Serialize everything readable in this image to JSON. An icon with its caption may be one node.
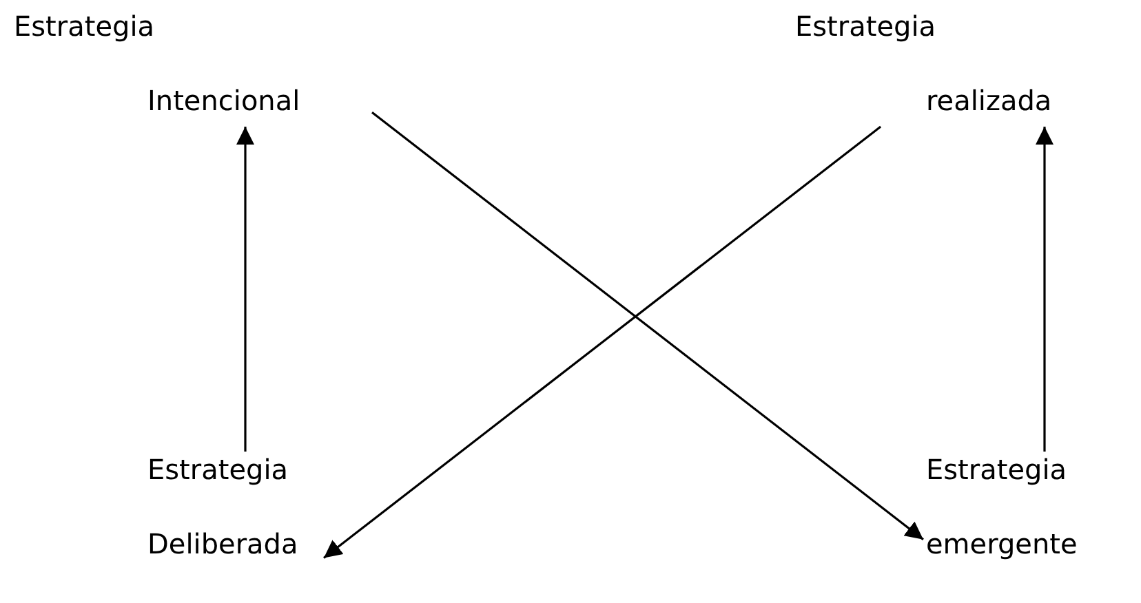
{
  "diagram": {
    "nodes": [
      {
        "text": [
          "Estrategia",
          "Intencional"
        ]
      },
      {
        "text": [
          "Estrategia",
          "realizada"
        ]
      },
      {
        "text": [
          "Estrategia",
          "Deliberada"
        ]
      },
      {
        "text": [
          "Estrategia",
          "emergente"
        ]
      }
    ],
    "edges": [
      {
        "from": 2,
        "to": 0,
        "arrow": "to"
      },
      {
        "from": 3,
        "to": 1,
        "arrow": "to"
      },
      {
        "from": 0,
        "to": 3,
        "arrow": "to"
      },
      {
        "from": 1,
        "to": 2,
        "arrow": "to"
      }
    ]
  }
}
